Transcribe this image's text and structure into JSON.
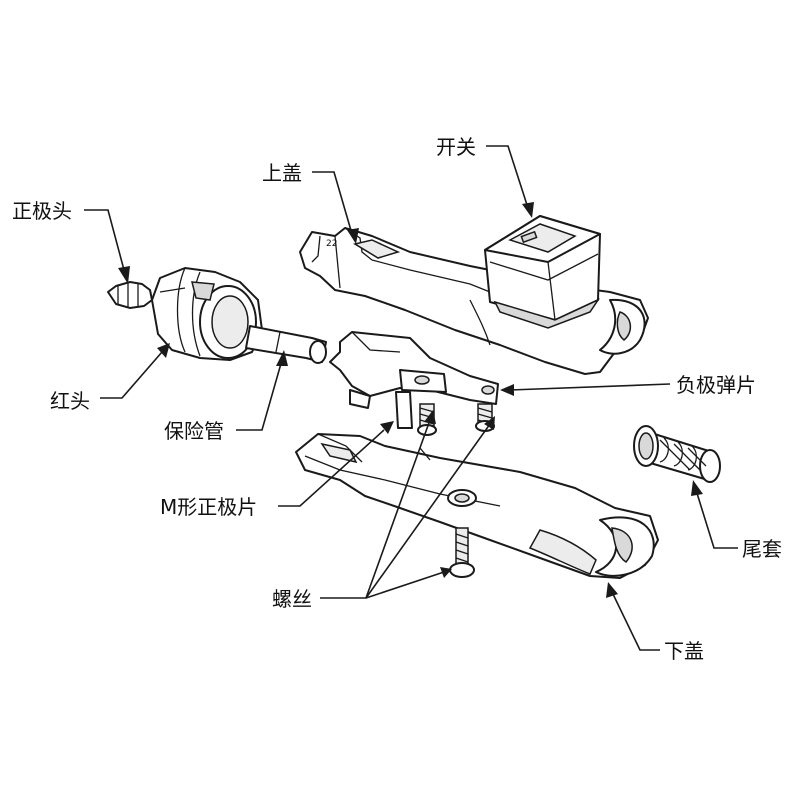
{
  "labels": {
    "positive_tip": "正极头",
    "red_head": "红头",
    "fuse_tube": "保险管",
    "m_positive_plate": "M形正极片",
    "screw": "螺丝",
    "upper_cover": "上盖",
    "switch": "开关",
    "negative_spring_plate": "负极弹片",
    "tail_sleeve": "尾套",
    "lower_cover": "下盖"
  },
  "colors": {
    "line": "#1a1a1a",
    "shade": "#d9d9d9",
    "background": "#ffffff"
  }
}
